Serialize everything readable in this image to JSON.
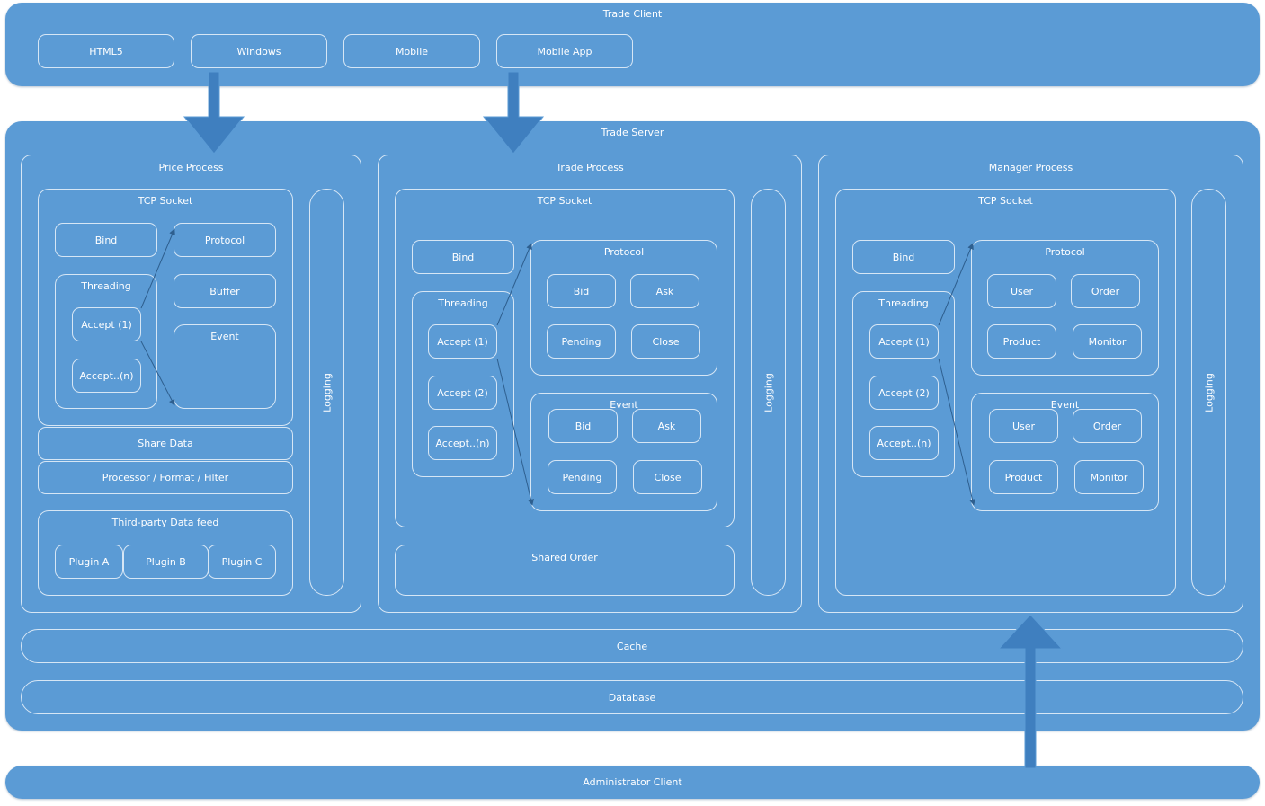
{
  "trade_client": {
    "title": "Trade Client",
    "clients": [
      "HTML5",
      "Windows",
      "Mobile",
      "Mobile App"
    ]
  },
  "trade_server": {
    "title": "Trade Server",
    "price_process": {
      "title": "Price Process",
      "tcp_socket": "TCP Socket",
      "bind": "Bind",
      "protocol": "Protocol",
      "threading": "Threading",
      "accept_1": "Accept (1)",
      "accept_n": "Accept..(n)",
      "buffer": "Buffer",
      "event": "Event",
      "share_data": "Share Data",
      "processor": "Processor / Format / Filter",
      "third_party": "Third-party Data feed",
      "plugins": [
        "Plugin A",
        "Plugin B",
        "Plugin C"
      ],
      "logging": "Logging"
    },
    "trade_process": {
      "title": "Trade Process",
      "tcp_socket": "TCP Socket",
      "bind": "Bind",
      "threading": "Threading",
      "accept_1": "Accept (1)",
      "accept_2": "Accept (2)",
      "accept_n": "Accept..(n)",
      "protocol": "Protocol",
      "protocol_items": [
        "Bid",
        "Ask",
        "Pending",
        "Close"
      ],
      "event": "Event",
      "event_items": [
        "Bid",
        "Ask",
        "Pending",
        "Close"
      ],
      "shared_order": "Shared Order",
      "logging": "Logging"
    },
    "manager_process": {
      "title": "Manager Process",
      "tcp_socket": "TCP Socket",
      "bind": "Bind",
      "threading": "Threading",
      "accept_1": "Accept (1)",
      "accept_2": "Accept (2)",
      "accept_n": "Accept..(n)",
      "protocol": "Protocol",
      "protocol_items": [
        "User",
        "Order",
        "Product",
        "Monitor"
      ],
      "event": "Event",
      "event_items": [
        "User",
        "Order",
        "Product",
        "Monitor"
      ],
      "logging": "Logging"
    },
    "cache": "Cache",
    "database": "Database"
  },
  "administrator_client": "Administrator Client",
  "colors": {
    "fill": "#5b9bd5",
    "border": "#d6e6f5",
    "arrow": "#3f7fbf",
    "connector": "#2e5f8f"
  }
}
